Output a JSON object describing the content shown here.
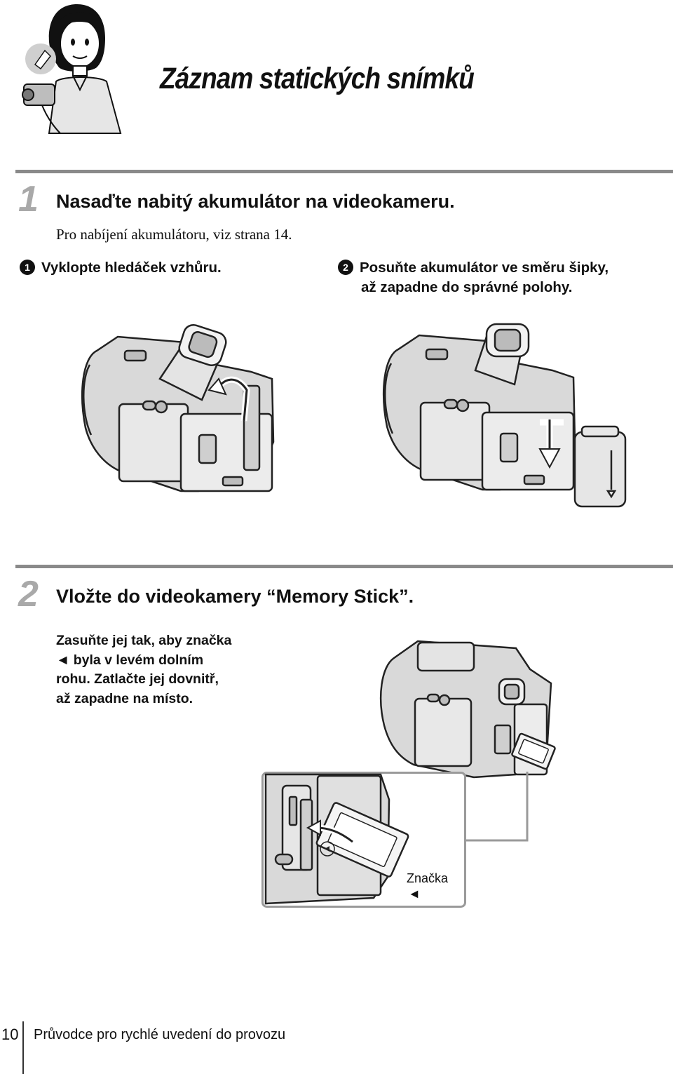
{
  "header": {
    "title": "Záznam statických snímků"
  },
  "steps": [
    {
      "number": "1",
      "title": "Nasaďte nabitý akumulátor na videokameru.",
      "note": "Pro nabíjení akumulátoru, viz strana 14.",
      "substeps": [
        {
          "marker": "1",
          "text": "Vyklopte hledáček vzhůru."
        },
        {
          "marker": "2",
          "line1": "Posuňte akumulátor ve směru šipky,",
          "line2": "až zapadne do správné polohy."
        }
      ]
    },
    {
      "number": "2",
      "title": "Vložte do videokamery “Memory Stick”.",
      "instructions": [
        "Zasuňte jej tak, aby značka",
        "◄ byla v levém dolním",
        "rohu. Zatlačte jej dovnitř,",
        "až zapadne na místo."
      ],
      "callout_label": "Značka",
      "callout_symbol": "◄"
    }
  ],
  "footer": {
    "page_number": "10",
    "section": "Průvodce pro rychlé uvedení do provozu"
  },
  "colors": {
    "rule": "#8a8a8a",
    "step_number": "#a9a9a9",
    "illustration_fill": "#d9d9d9",
    "illustration_stroke": "#222222"
  }
}
